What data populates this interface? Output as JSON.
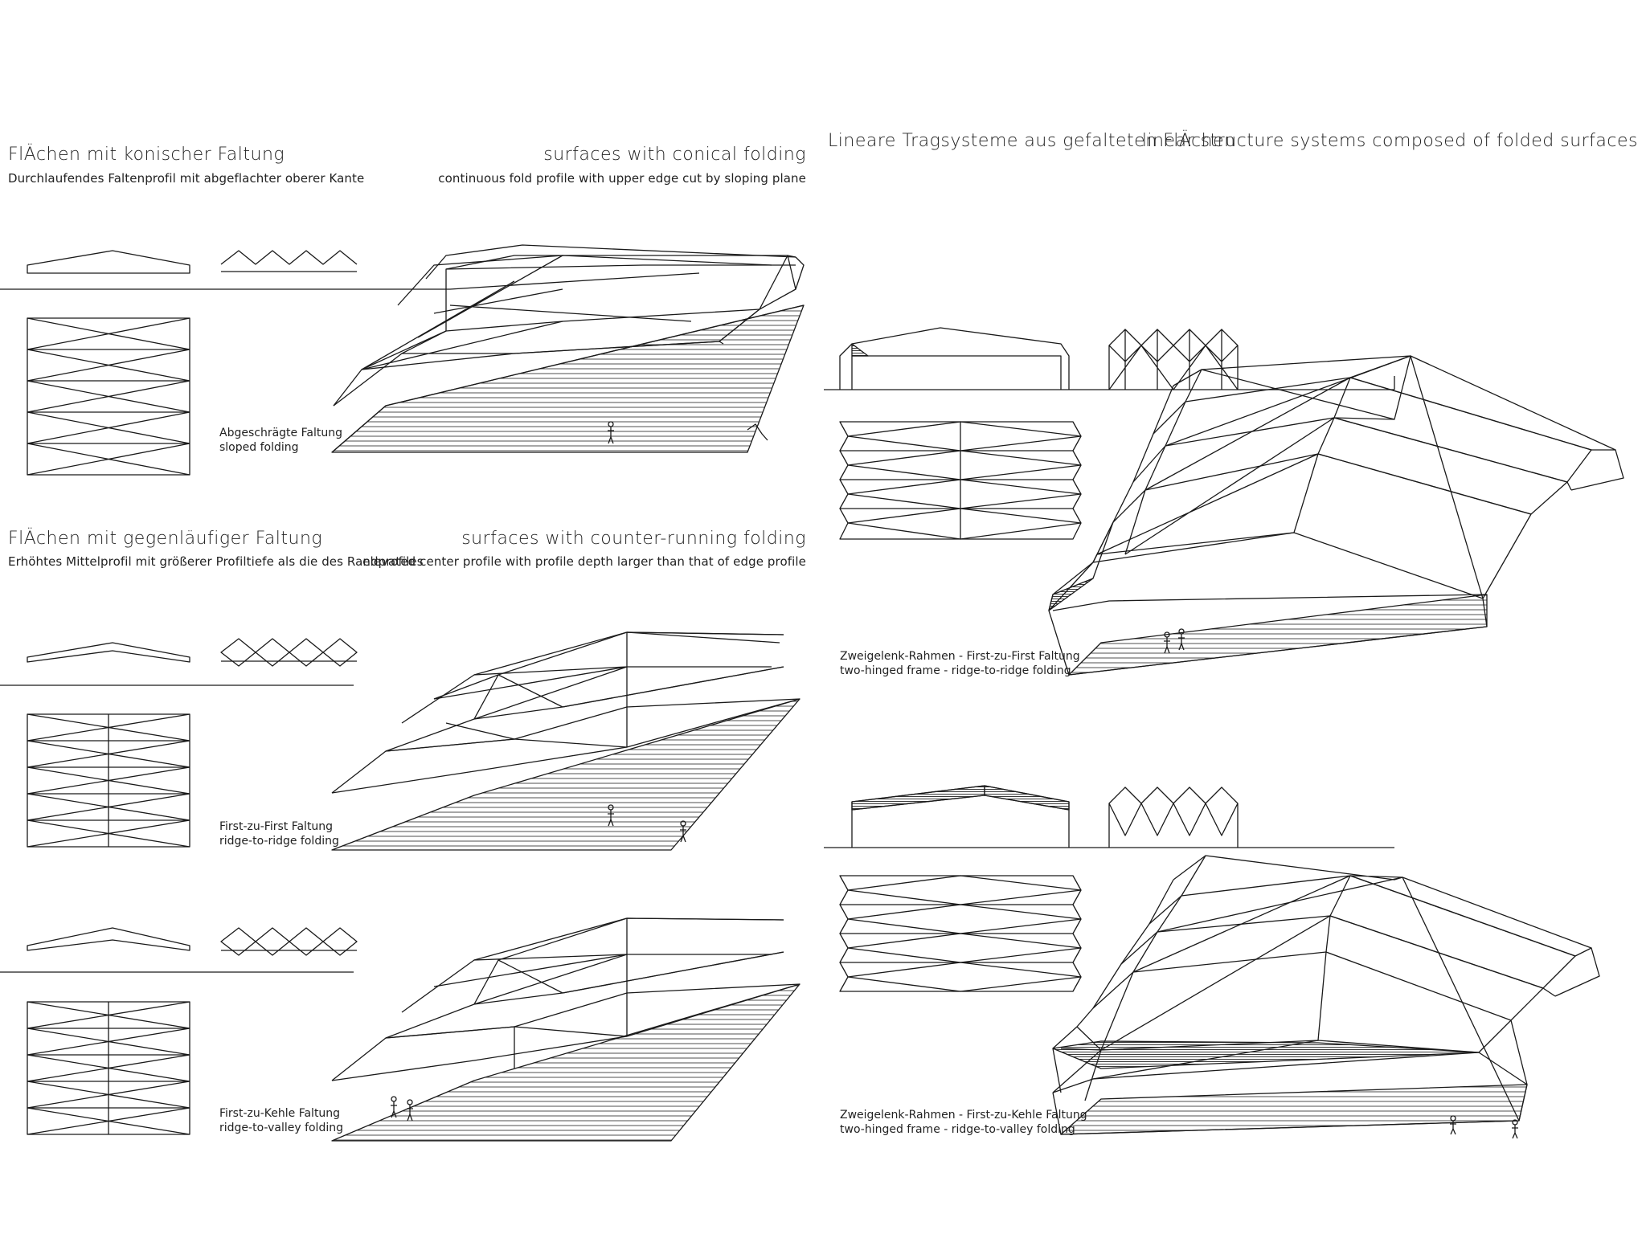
{
  "sheet_left": {
    "section_conical": {
      "title_de": "FlÄchen mit konischer Faltung",
      "title_en": "surfaces with conical folding",
      "sub_de": "Durchlaufendes Faltenprofil mit abgeflachter oberer Kante",
      "sub_en": "continuous fold profile with upper edge cut by sloping plane",
      "caption_de": "Abgeschrägte Faltung",
      "caption_en": "sloped folding"
    },
    "section_counter": {
      "title_de": "FlÄchen mit gegenläufiger Faltung",
      "title_en": "surfaces with counter-running folding",
      "sub_de": "Erhöhtes Mittelprofil mit größerer Profiltiefe als die des Randprofiles",
      "sub_en": "elevated center profile with profile depth larger than that of edge profile",
      "caption_a_de": "First-zu-First Faltung",
      "caption_a_en": "ridge-to-ridge folding",
      "caption_b_de": "First-zu-Kehle Faltung",
      "caption_b_en": "ridge-to-valley folding"
    }
  },
  "sheet_right": {
    "title_de": "Lineare Tragsysteme aus gefalteten FlÄchen",
    "title_en": "linear structure systems composed of folded surfaces",
    "caption_a_de": "Zweigelenk-Rahmen - First-zu-First Faltung",
    "caption_a_en": "two-hinged frame - ridge-to-ridge folding",
    "caption_b_de": "Zweigelenk-Rahmen - First-zu-Kehle Faltung",
    "caption_b_en": "two-hinged frame - ridge-to-valley folding"
  },
  "colors": {
    "ink": "#1a1a1a",
    "paper": "#ffffff"
  }
}
